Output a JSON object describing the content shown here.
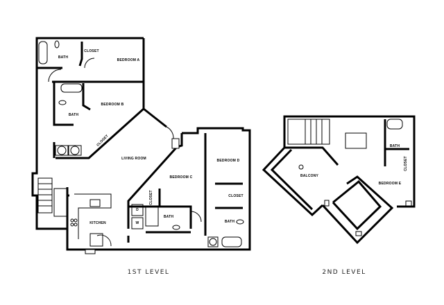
{
  "level1": {
    "title": "1ST LEVEL",
    "rooms": {
      "bath_a": "BATH",
      "closet_a": "CLOSET",
      "bedroom_a": "BEDROOM A",
      "bedroom_b": "BEDROOM B",
      "bath_b": "BATH",
      "closet_b": "CLOSET",
      "living_room": "LIVING ROOM",
      "bedroom_c": "BEDROOM C",
      "closet_c": "CLOSET",
      "bath_c": "BATH",
      "bedroom_d": "BEDROOM D",
      "closet_d": "CLOSET",
      "bath_d": "BATH",
      "kitchen": "KITCHEN",
      "dryer": "D",
      "washer": "W"
    }
  },
  "level2": {
    "title": "2ND LEVEL",
    "rooms": {
      "balcony": "BALCONY",
      "bedroom_e": "BEDROOM E",
      "bath_e": "BATH",
      "closet_e": "CLOSET"
    }
  }
}
